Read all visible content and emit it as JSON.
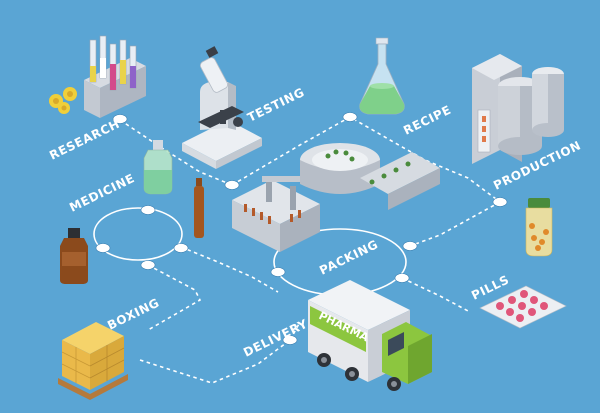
{
  "background": "#5aa5d4",
  "colors": {
    "line": "#ffffff",
    "truck_cargo": "#e6e8ec",
    "truck_cab": "#8cc63f",
    "flask_liquid": "#7fd08a",
    "pill_pink": "#e0567a",
    "pill_yellow": "#f2c14e",
    "bottle_brown": "#8b4a1c",
    "box": "#f2c14e"
  },
  "labels": {
    "research": "RESEARCH",
    "testing": "TESTING",
    "recipe": "RECIPE",
    "production": "PRODUCTION",
    "medicine": "MEDICINE",
    "packing": "PACKING",
    "pills": "PILLS",
    "boxing": "BOXING",
    "delivery": "DELIVERY",
    "truck_brand": "PHARMA"
  },
  "icons": {
    "research": "test-tube-rack-icon",
    "testing": "microscope-icon",
    "recipe": "erlenmeyer-flask-icon",
    "production": "industrial-tanks-icon",
    "medicine": "medicine-bottles-icon",
    "packing": "conveyor-machine-icon",
    "pills": "pill-bottle-and-blister-icon",
    "boxing": "pallet-boxes-icon",
    "delivery": "delivery-truck-icon"
  }
}
